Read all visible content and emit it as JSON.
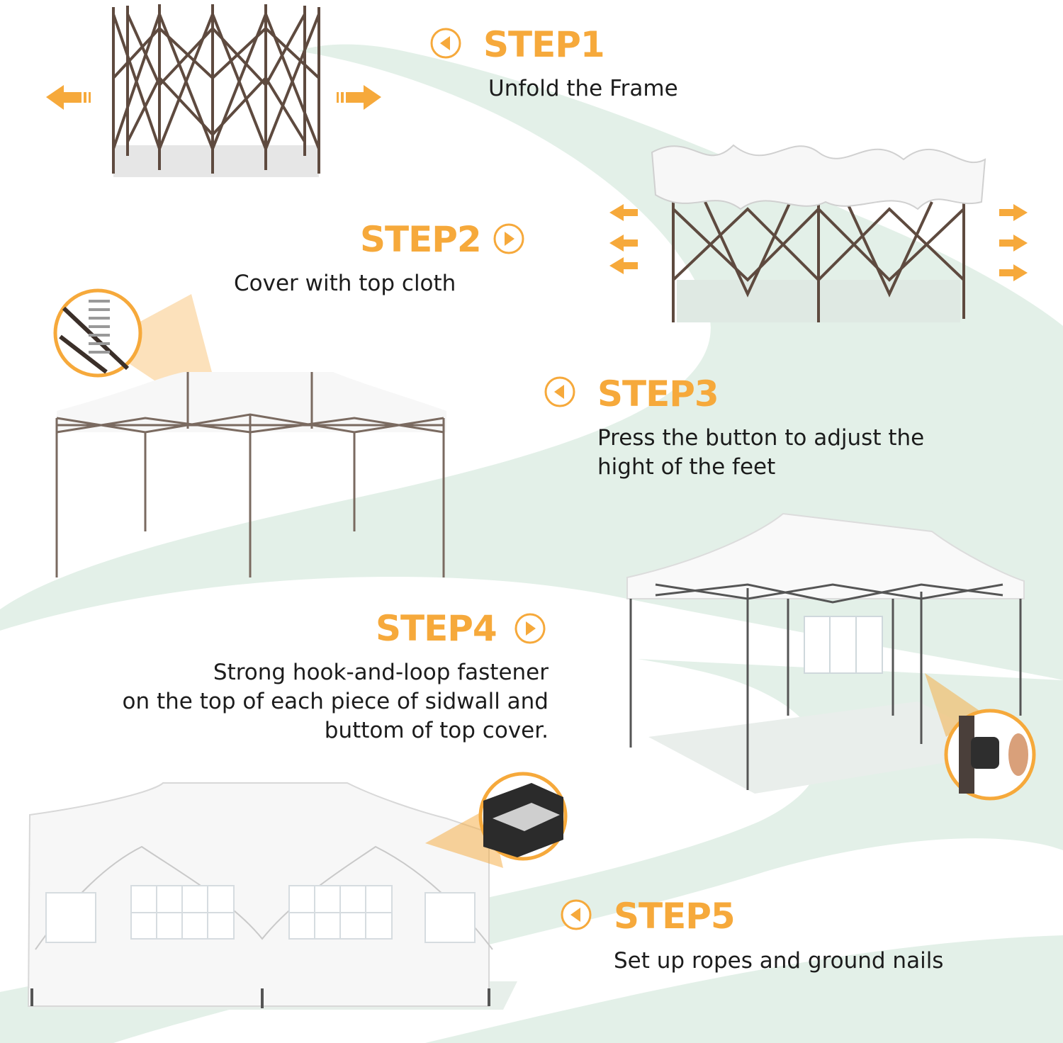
{
  "colors": {
    "accent": "#f6a93b",
    "background": "#ffffff",
    "band": "#e3f0e8",
    "frame": "#5e4a3f",
    "text": "#1c1c1c"
  },
  "steps": [
    {
      "title": "STEP1",
      "description": [
        "Unfold the Frame"
      ],
      "icon": "chevron-left-icon"
    },
    {
      "title": "STEP2",
      "description": [
        "Cover with top cloth"
      ],
      "icon": "chevron-right-icon"
    },
    {
      "title": "STEP3",
      "description": [
        "Press the button to adjust the",
        "hight of the feet"
      ],
      "icon": "chevron-left-icon"
    },
    {
      "title": "STEP4",
      "description": [
        "Strong hook-and-loop fastener",
        "on the top of each piece of sidwall and",
        "buttom of top cover."
      ],
      "icon": "chevron-right-icon"
    },
    {
      "title": "STEP5",
      "description": [
        "Set up ropes and ground nails"
      ],
      "icon": "chevron-left-icon"
    }
  ]
}
